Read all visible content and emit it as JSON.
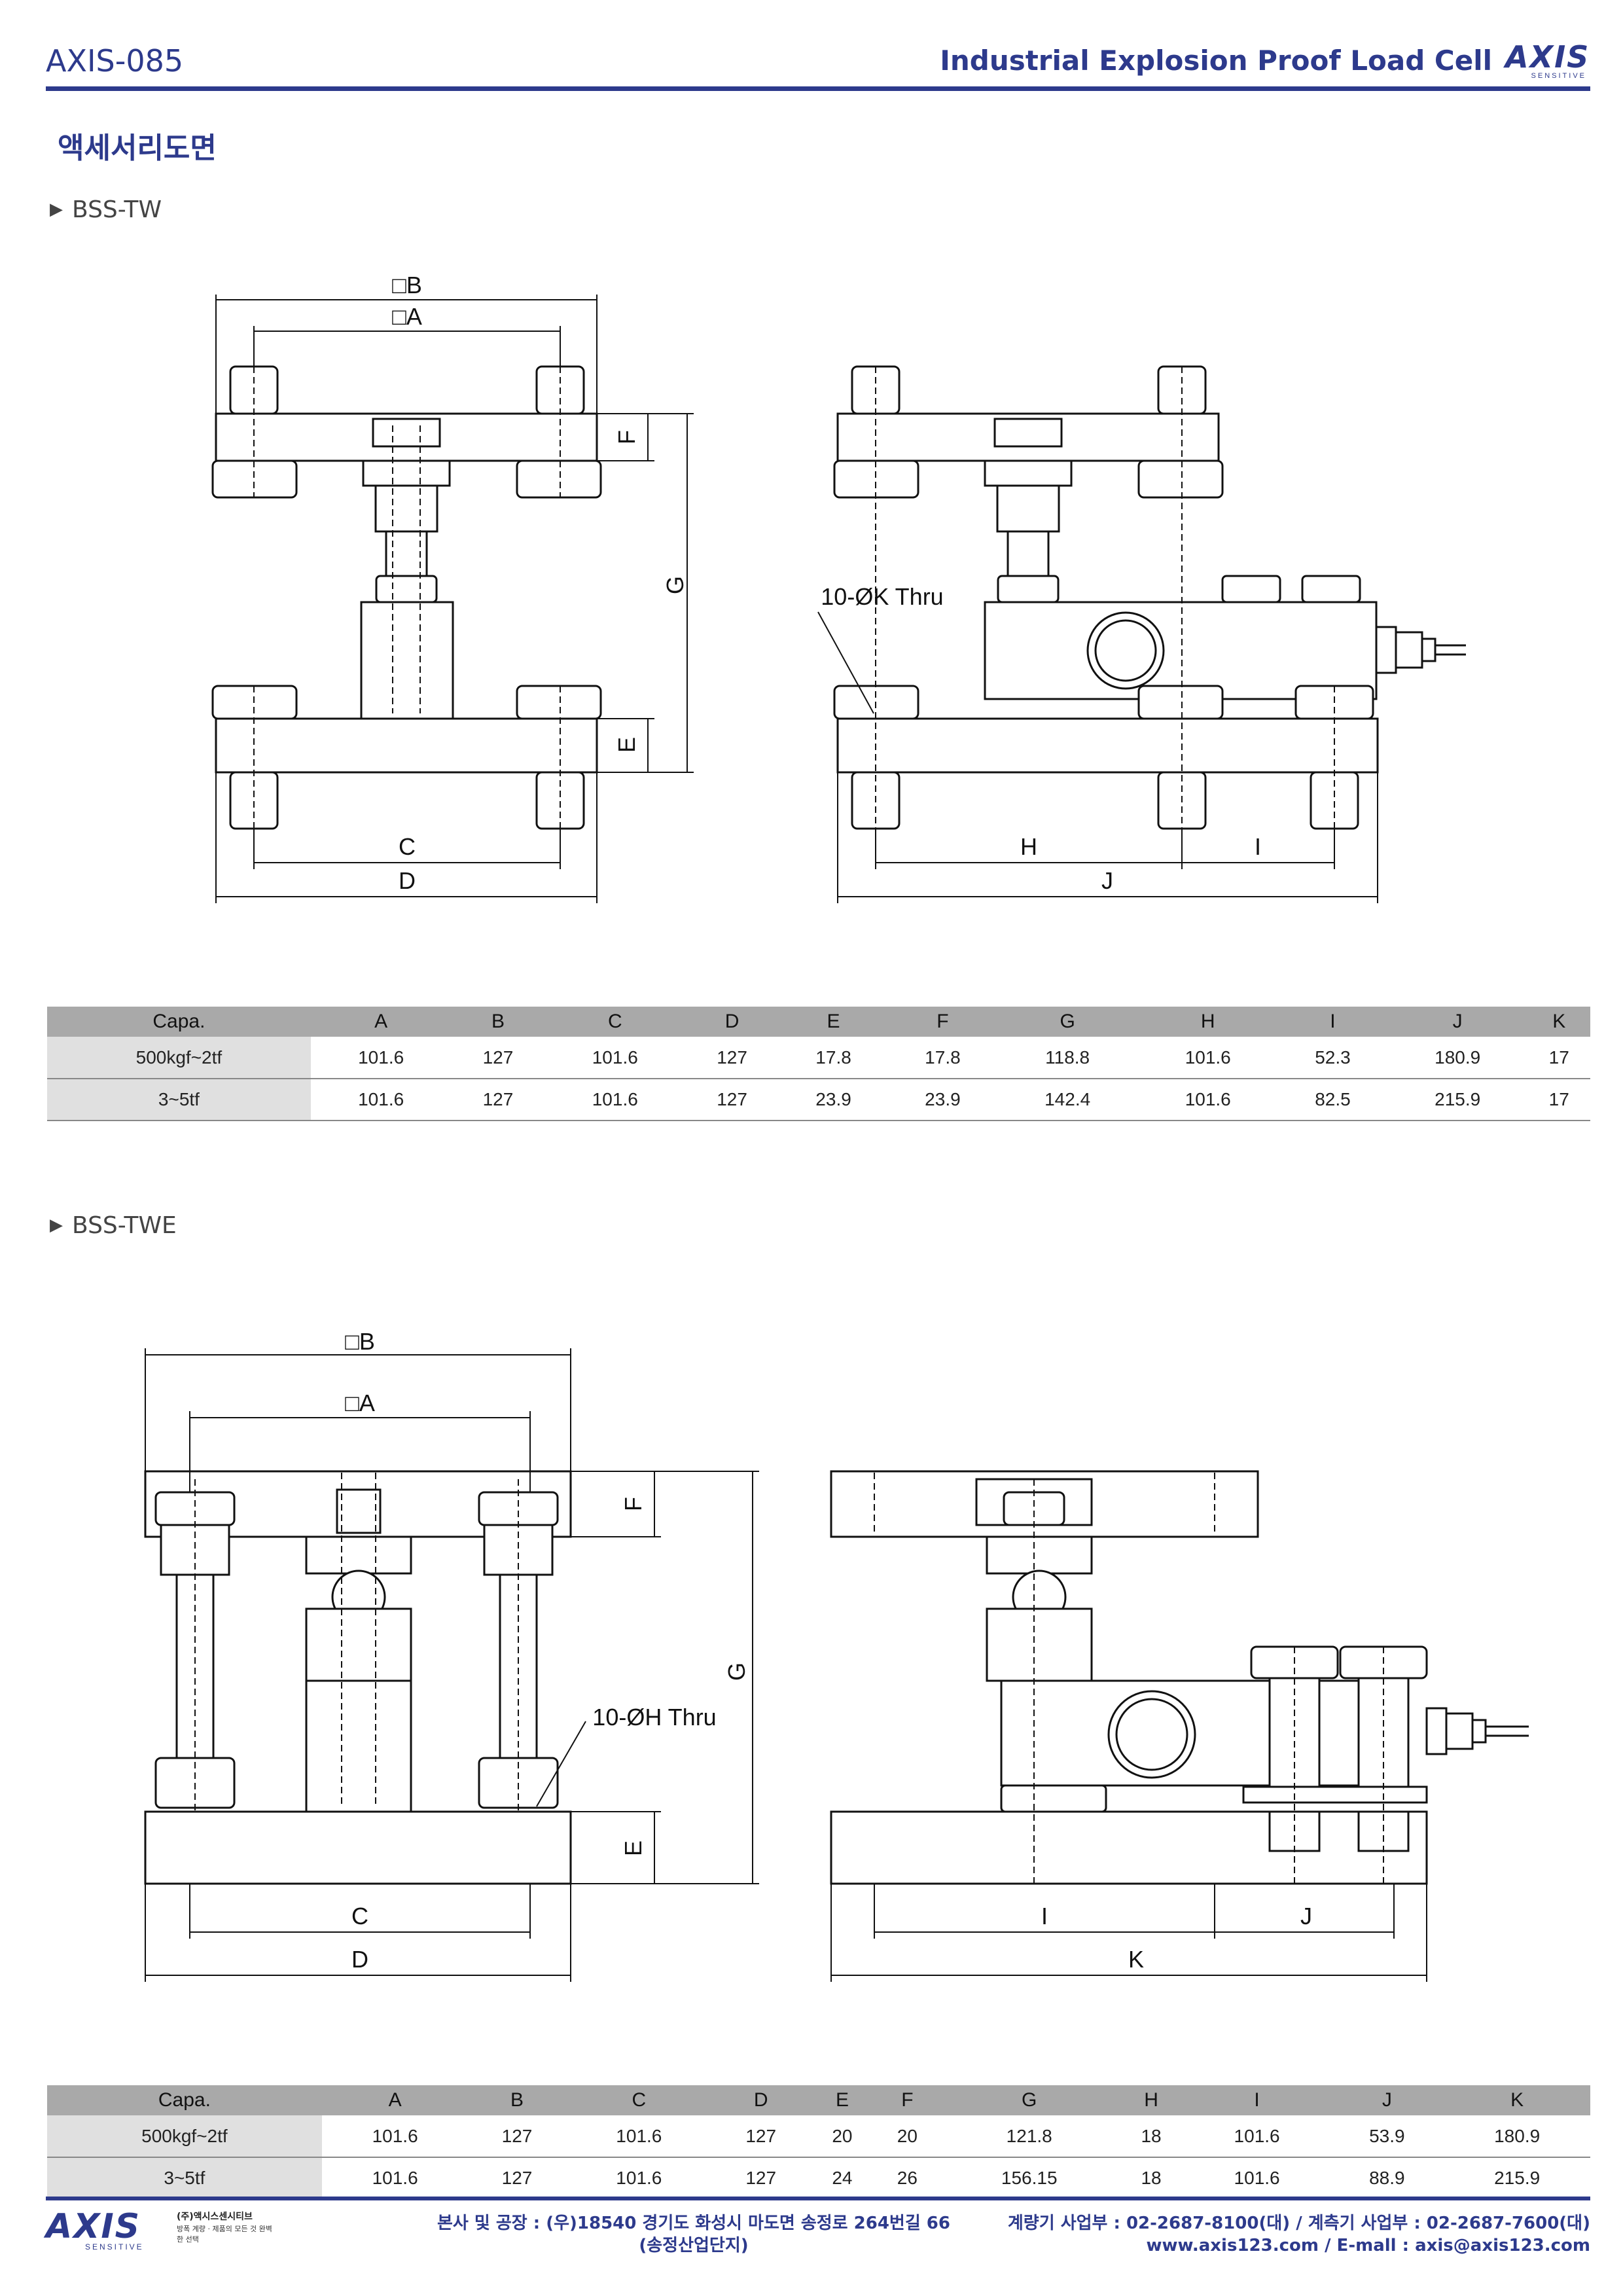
{
  "header": {
    "model": "AXIS-085",
    "product": "Industrial Explosion Proof Load Cell",
    "logo_text": "AXIS",
    "logo_sub": "SENSITIVE"
  },
  "section_title": "액세서리도면",
  "bss_tw": {
    "subtitle": "BSS-TW",
    "labels": {
      "B": "□B",
      "A": "□A",
      "F": "F",
      "G": "G",
      "E": "E",
      "C": "C",
      "D": "D",
      "H": "H",
      "I": "I",
      "J": "J",
      "thru": "10-ØK Thru"
    },
    "table": {
      "headers": [
        "Capa.",
        "A",
        "B",
        "C",
        "D",
        "E",
        "F",
        "G",
        "H",
        "I",
        "J",
        "K"
      ],
      "rows": [
        [
          "500kgf~2tf",
          "101.6",
          "127",
          "101.6",
          "127",
          "17.8",
          "17.8",
          "118.8",
          "101.6",
          "52.3",
          "180.9",
          "17"
        ],
        [
          "3~5tf",
          "101.6",
          "127",
          "101.6",
          "127",
          "23.9",
          "23.9",
          "142.4",
          "101.6",
          "82.5",
          "215.9",
          "17"
        ]
      ]
    }
  },
  "bss_twe": {
    "subtitle": "BSS-TWE",
    "labels": {
      "B": "□B",
      "A": "□A",
      "F": "F",
      "G": "G",
      "E": "E",
      "C": "C",
      "D": "D",
      "I": "I",
      "J": "J",
      "K": "K",
      "thru": "10-ØH Thru"
    },
    "table": {
      "headers": [
        "Capa.",
        "A",
        "B",
        "C",
        "D",
        "E",
        "F",
        "G",
        "H",
        "I",
        "J",
        "K"
      ],
      "rows": [
        [
          "500kgf~2tf",
          "101.6",
          "127",
          "101.6",
          "127",
          "20",
          "20",
          "121.8",
          "18",
          "101.6",
          "53.9",
          "180.9"
        ],
        [
          "3~5tf",
          "101.6",
          "127",
          "101.6",
          "127",
          "24",
          "26",
          "156.15",
          "18",
          "101.6",
          "88.9",
          "215.9"
        ]
      ]
    }
  },
  "footer": {
    "logo_text": "AXIS",
    "logo_sub": "SENSITIVE",
    "company": "(주)액시스센시티브",
    "tagline": "방폭 계량 · 제품의 모든 것 완벽한 선택",
    "address_line1": "본사 및 공장 : (우)18540 경기도 화성시 마도면 송정로 264번길 66",
    "address_line2": "(송정산업단지)",
    "contact_line1": "계량기 사업부 : 02-2687-8100(대)  / 계측기 사업부 : 02-2687-7600(대)",
    "contact_line2": "www.axis123.com / E-mall : axis@axis123.com"
  }
}
